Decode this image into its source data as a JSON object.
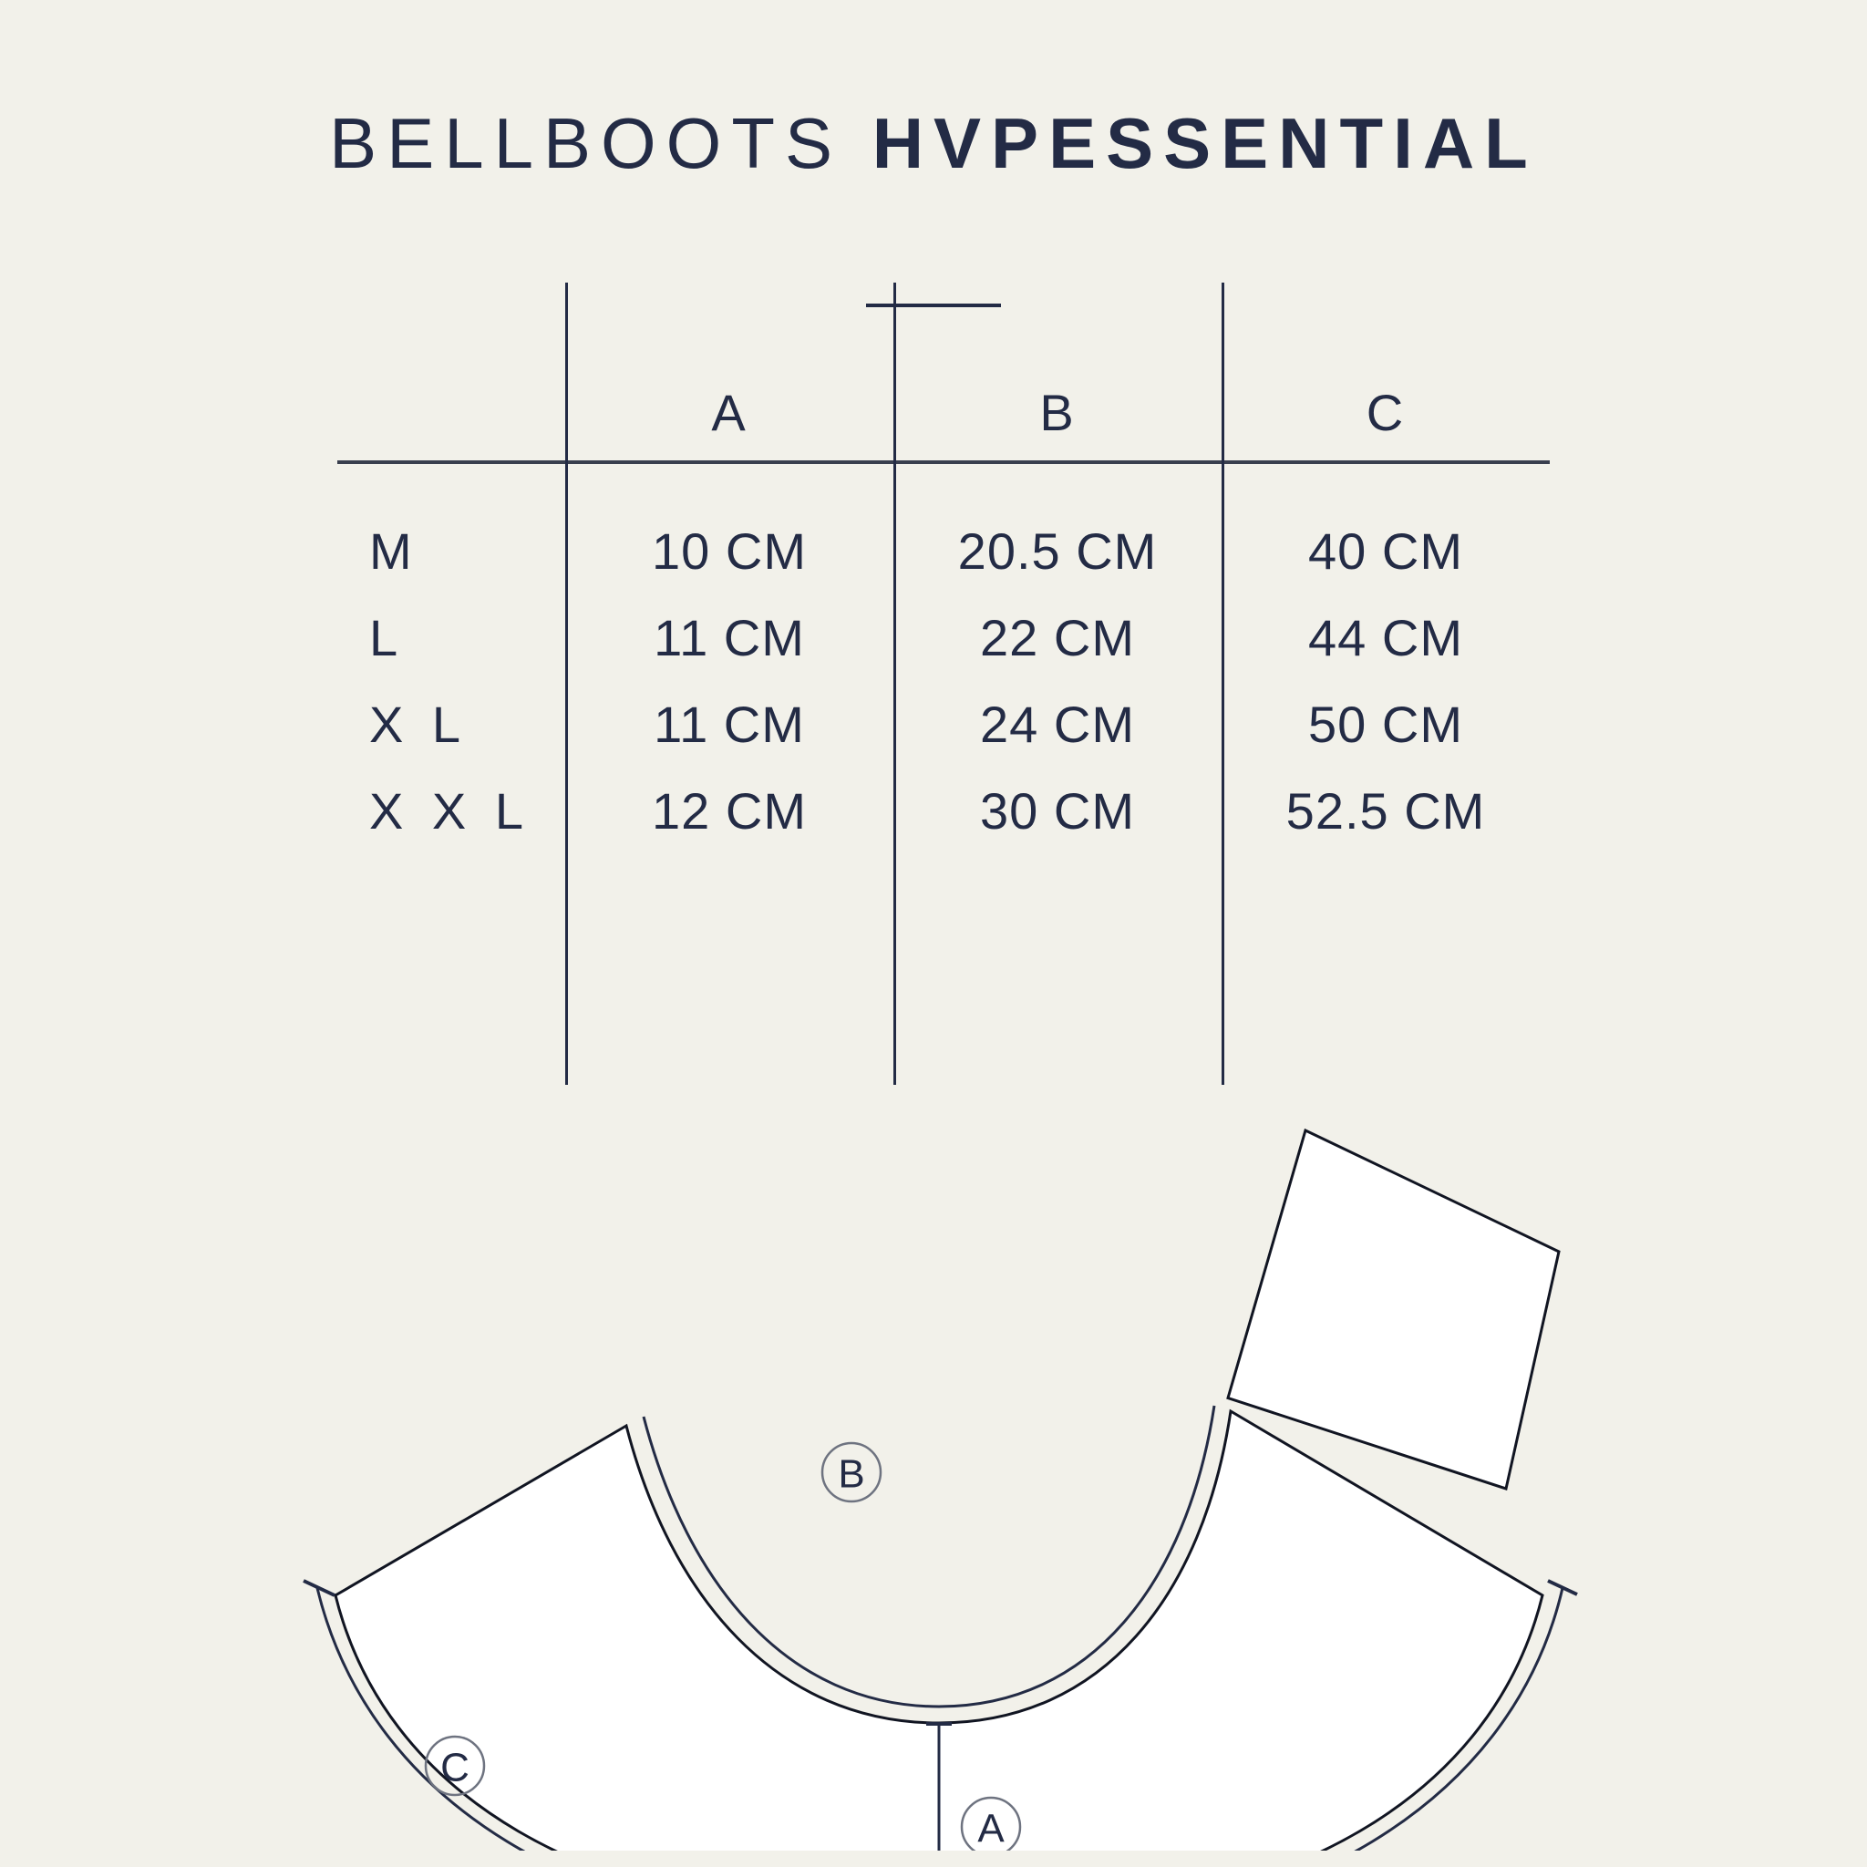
{
  "header": {
    "title_light": "BELLBOOTS",
    "title_bold": "HVPESSENTIAL"
  },
  "colors": {
    "background": "#F2F1EA",
    "ink": "#232B45",
    "shape_fill": "#FFFFFF",
    "shape_stroke": "#111522",
    "label_ring": "#6E7380"
  },
  "size_table": {
    "columns": [
      "",
      "A",
      "B",
      "C"
    ],
    "rows": [
      {
        "size": "M",
        "a": "10 CM",
        "b": "20.5 CM",
        "c": "40 CM"
      },
      {
        "size": "L",
        "a": "11 CM",
        "b": "22 CM",
        "c": "44 CM"
      },
      {
        "size": "X L",
        "a": "11 CM",
        "b": "24 CM",
        "c": "50 CM"
      },
      {
        "size": "X X L",
        "a": "12 CM",
        "b": "30 CM",
        "c": "52.5 CM"
      }
    ]
  },
  "diagram": {
    "labels": {
      "a": "A",
      "b": "B",
      "c": "C"
    }
  }
}
